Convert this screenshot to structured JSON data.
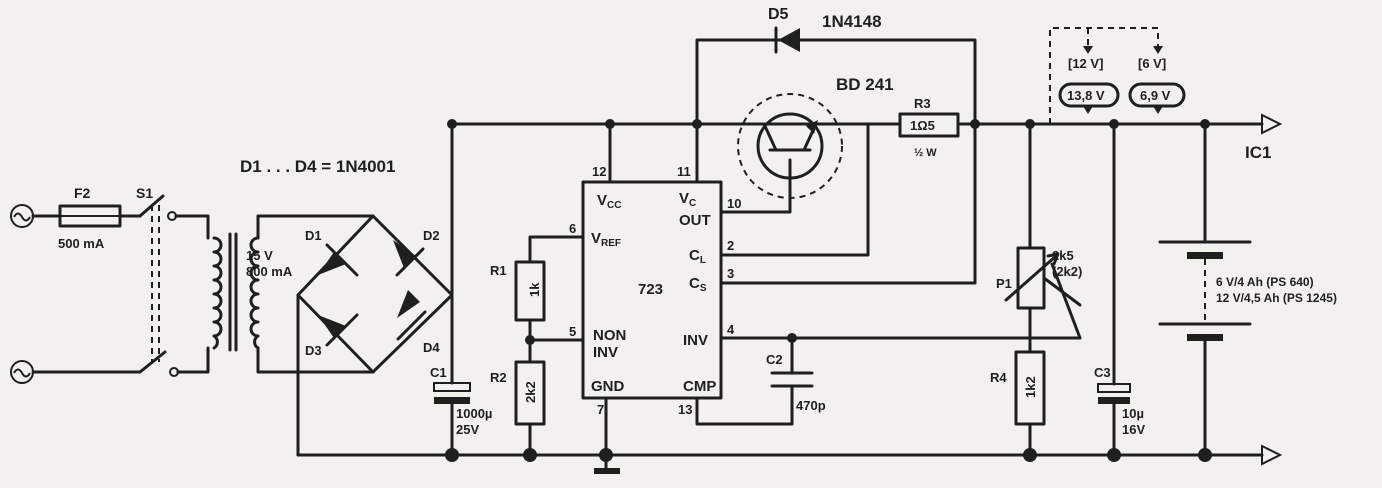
{
  "labels": {
    "d5": "D5",
    "d5_type": "1N4148",
    "bd241": "BD 241",
    "r3": "R3",
    "r3_value": "1Ω5",
    "r3_power": "½ W",
    "v12_bracket": "[12 V]",
    "v6_bracket": "[6 V]",
    "v138": "13,8 V",
    "v69": "6,9 V",
    "ic1": "IC1",
    "d1d4": "D1 . . . D4 = 1N4001",
    "f2": "F2",
    "f2_value": "500 mA",
    "s1": "S1",
    "tr_voltage": "15 V",
    "tr_current": "800 mA",
    "d1": "D1",
    "d2": "D2",
    "d3": "D3",
    "d4": "D4",
    "c1": "C1",
    "c1_value": "1000µ",
    "c1_voltage": "25V",
    "r1": "R1",
    "r1_value": "1k",
    "r2": "R2",
    "r2_value": "2k2",
    "c2": "C2",
    "c2_value": "470p",
    "p1": "P1",
    "p1_value": "2k5",
    "p1_alt": "(2k2)",
    "r4": "R4",
    "r4_value": "1k2",
    "c3": "C3",
    "c3_value": "10µ",
    "c3_voltage": "16V",
    "bat_6v": "6 V/4 Ah (PS 640)",
    "bat_12v": "12 V/4,5 Ah (PS 1245)"
  },
  "ic": {
    "name": "723",
    "pin12": "12",
    "pin11": "11",
    "pin10": "10",
    "pin6": "6",
    "pin5": "5",
    "pin2": "2",
    "pin3": "3",
    "pin4": "4",
    "pin7": "7",
    "pin13": "13",
    "vcc_v": "V",
    "vcc_sub": "CC",
    "vc_v": "V",
    "vc_sub": "C",
    "out": "OUT",
    "vref_v": "V",
    "vref_sub": "REF",
    "cl_c": "C",
    "cl_sub": "L",
    "cs_c": "C",
    "cs_sub": "S",
    "non": "NON",
    "inv_left": "INV",
    "inv_right": "INV",
    "gnd": "GND",
    "cmp": "CMP"
  }
}
